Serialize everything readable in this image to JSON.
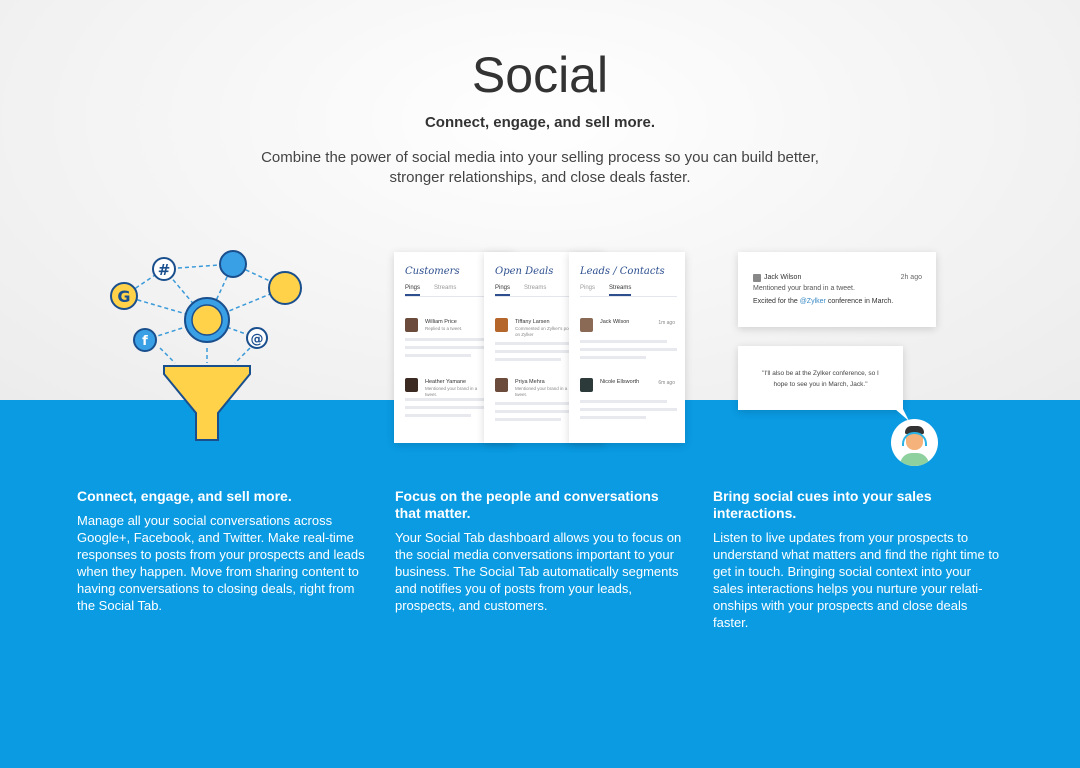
{
  "header": {
    "title": "Social",
    "subtitle": "Connect, engage, and sell more.",
    "description": "Combine the power of social media into your selling process so you can build better, stronger relationships, and close deals faster."
  },
  "cards": [
    {
      "title": "Customers",
      "tabs": [
        "Pings",
        "Streams"
      ],
      "rows": [
        {
          "name": "William Price",
          "note": "Replied to a tweet.",
          "time": ""
        },
        {
          "name": "Heather Yamane",
          "note": "Mentioned your brand in a tweet.",
          "time": ""
        }
      ]
    },
    {
      "title": "Open Deals",
      "tabs": [
        "Pings",
        "Streams"
      ],
      "rows": [
        {
          "name": "Tiffany Larsen",
          "note": "Commented on Zylker's post on Zylker",
          "time": ""
        },
        {
          "name": "Priya Mehra",
          "note": "Mentioned your brand in a tweet.",
          "time": ""
        }
      ]
    },
    {
      "title": "Leads / Contacts",
      "tabs": [
        "Pings",
        "Streams"
      ],
      "rows": [
        {
          "name": "Jack Wilson",
          "note": "",
          "time": "1m ago"
        },
        {
          "name": "Nicole Ellsworth",
          "note": "",
          "time": "6m ago"
        }
      ]
    }
  ],
  "tweet": {
    "name": "Jack Wilson",
    "time": "2h ago",
    "note": "Mentioned your brand in a tweet.",
    "text_before": "Excited for the ",
    "mention": "@Zylker",
    "text_after": " conference in March."
  },
  "reply": {
    "text": "\"I'll also be at the Zylker conference, so I hope to see you in March, Jack.\""
  },
  "features": [
    {
      "title": "Connect, engage, and sell more.",
      "body": "Manage all your social conversations across Google+, Facebook, and Twitter. Make real-time responses to posts from your prospects and leads when they happen. Move from sharing content to having conversations to closing deals, right from the Social Tab."
    },
    {
      "title": "Focus on the people and conversations that matter.",
      "body": "Your Social Tab dashboard allows you to focus on the social media conversations important to your business. The Social Tab automatically segments and notifies you of posts from your leads, prospects, and customers."
    },
    {
      "title": "Bring social cues into your sales interactions.",
      "body": "Listen to live updates from your prospects to understand what matters and find the right time to get in touch. Bringing social context into your sales interactions helps you nurture your relati­onships with your prospects and close deals faster."
    }
  ],
  "colors": {
    "blue": "#0a9be3",
    "navy": "#2d4f8e"
  }
}
